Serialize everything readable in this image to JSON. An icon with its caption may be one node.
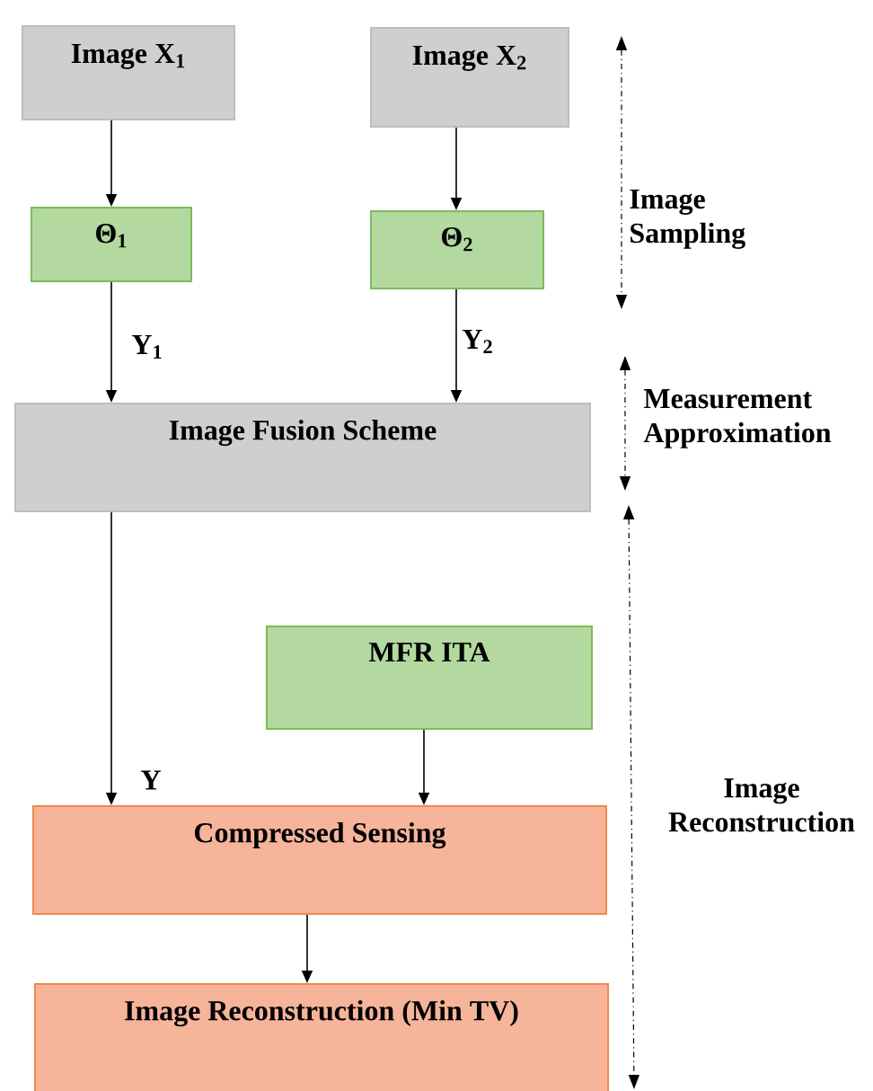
{
  "diagram": {
    "nodes": [
      {
        "text": [
          "Image X$_{1}$"
        ]
      },
      {
        "text": [
          "Image X$_{2}$"
        ]
      },
      {
        "text": [
          "Θ$_{1}$"
        ]
      },
      {
        "text": [
          "Θ$_{2}$"
        ]
      },
      {
        "text": [
          "Image Fusion Scheme"
        ]
      },
      {
        "text": [
          "MFR ITA"
        ]
      },
      {
        "text": [
          "Compressed Sensing"
        ]
      },
      {
        "text": [
          "Image Reconstruction (Min TV)"
        ]
      }
    ],
    "edges": [
      {
        "from": 0,
        "to": 2,
        "arrow": "to"
      },
      {
        "from": 1,
        "to": 3,
        "arrow": "to"
      },
      {
        "from": 2,
        "to": 4,
        "arrow": "to",
        "label": "Y$_{1}$"
      },
      {
        "from": 3,
        "to": 4,
        "arrow": "to",
        "label": "Y$_{2}$"
      },
      {
        "from": 4,
        "to": 6,
        "arrow": "to",
        "label": "Y"
      },
      {
        "from": 5,
        "to": 6,
        "arrow": "to"
      },
      {
        "from": 6,
        "to": 7,
        "arrow": "to"
      }
    ],
    "labels": [
      "Image Sampling",
      "Measurement Approximation",
      "Image Reconstruction"
    ]
  }
}
